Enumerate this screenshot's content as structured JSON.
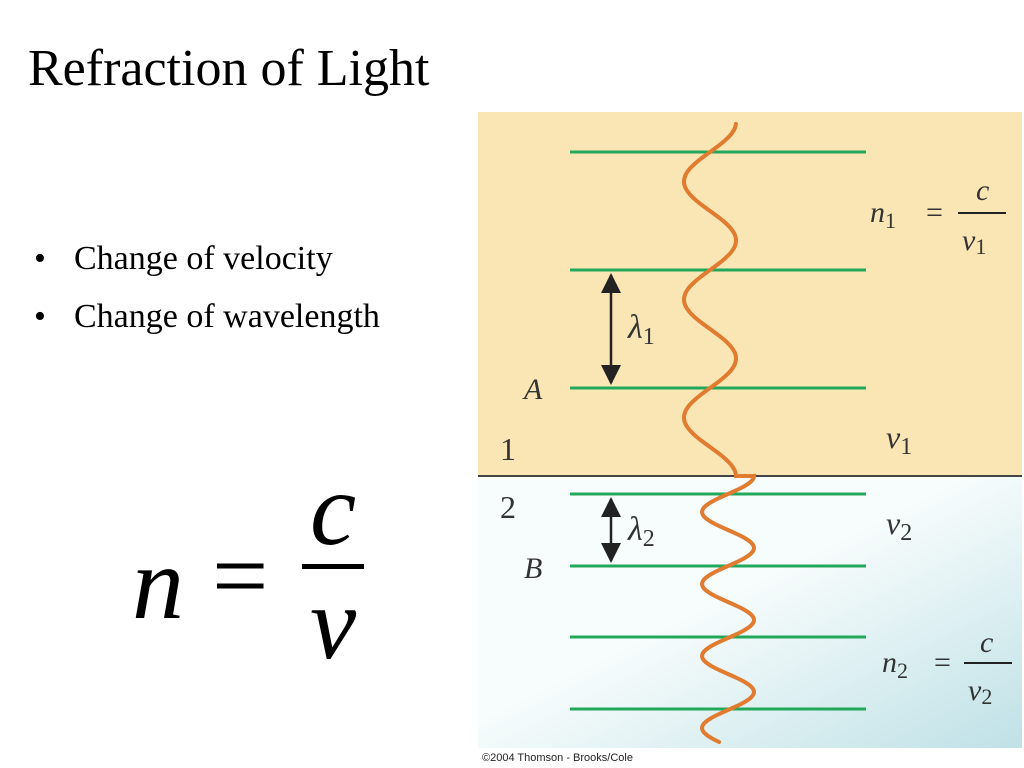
{
  "slide": {
    "title": "Refraction of Light",
    "bullets": [
      "Change of velocity",
      "Change of wavelength"
    ],
    "credit": "©2004 Thomson - Brooks/Cole"
  },
  "formula": {
    "lhs": "n",
    "equals": "=",
    "numerator": "c",
    "denominator": "v"
  },
  "diagram": {
    "colors": {
      "medium1": "#fae6b5",
      "medium2_light": "#f7fcfc",
      "medium2_dark": "#bfe1e6",
      "wavefront": "#22a85a",
      "wave": "#e07b2f",
      "boundary": "#444444",
      "arrow": "#222222"
    },
    "labels": {
      "medium1": "1",
      "medium2": "2",
      "point_a": "A",
      "point_b": "B",
      "lambda1": {
        "symbol": "λ",
        "sub": "1"
      },
      "lambda2": {
        "symbol": "λ",
        "sub": "2"
      },
      "v1": {
        "symbol": "v",
        "sub": "1"
      },
      "v2": {
        "symbol": "v",
        "sub": "2"
      },
      "n1_formula": {
        "lhs": "n",
        "lhs_sub": "1",
        "eq": "=",
        "num": "c",
        "den": "v",
        "den_sub": "1"
      },
      "n2_formula": {
        "lhs": "n",
        "lhs_sub": "2",
        "eq": "=",
        "num": "c",
        "den": "v",
        "den_sub": "2"
      }
    }
  }
}
